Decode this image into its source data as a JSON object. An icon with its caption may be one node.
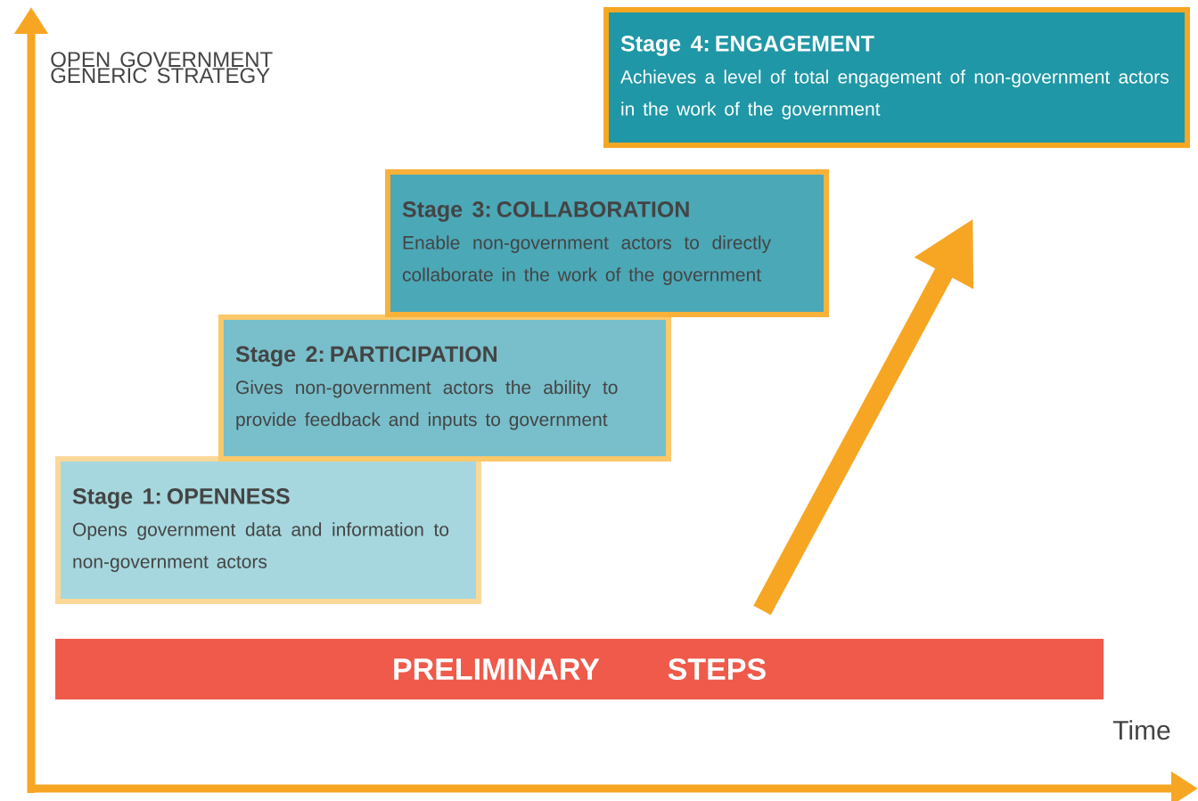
{
  "diagram": {
    "nodes": [
      {
        "text": [
          "Stage 1: OPENNESS",
          "Opens government data and information to non-government actors"
        ]
      },
      {
        "text": [
          "Stage 2: PARTICIPATION",
          "Gives non-government actors the ability to provide feedback and inputs to government"
        ]
      },
      {
        "text": [
          "Stage 3: COLLABORATION",
          "Enable non-government actors to directly collaborate in the work of the government"
        ]
      },
      {
        "text": [
          "Stage 4: ENGAGEMENT",
          "Achieves a level of total engagement of non-government actors in the work of the government"
        ]
      },
      {
        "text": [
          "PRELIMINARY STEPS"
        ]
      }
    ],
    "labels": [
      "OPEN GOVERNMENT GENERIC STRATEGY",
      "Time"
    ]
  }
}
